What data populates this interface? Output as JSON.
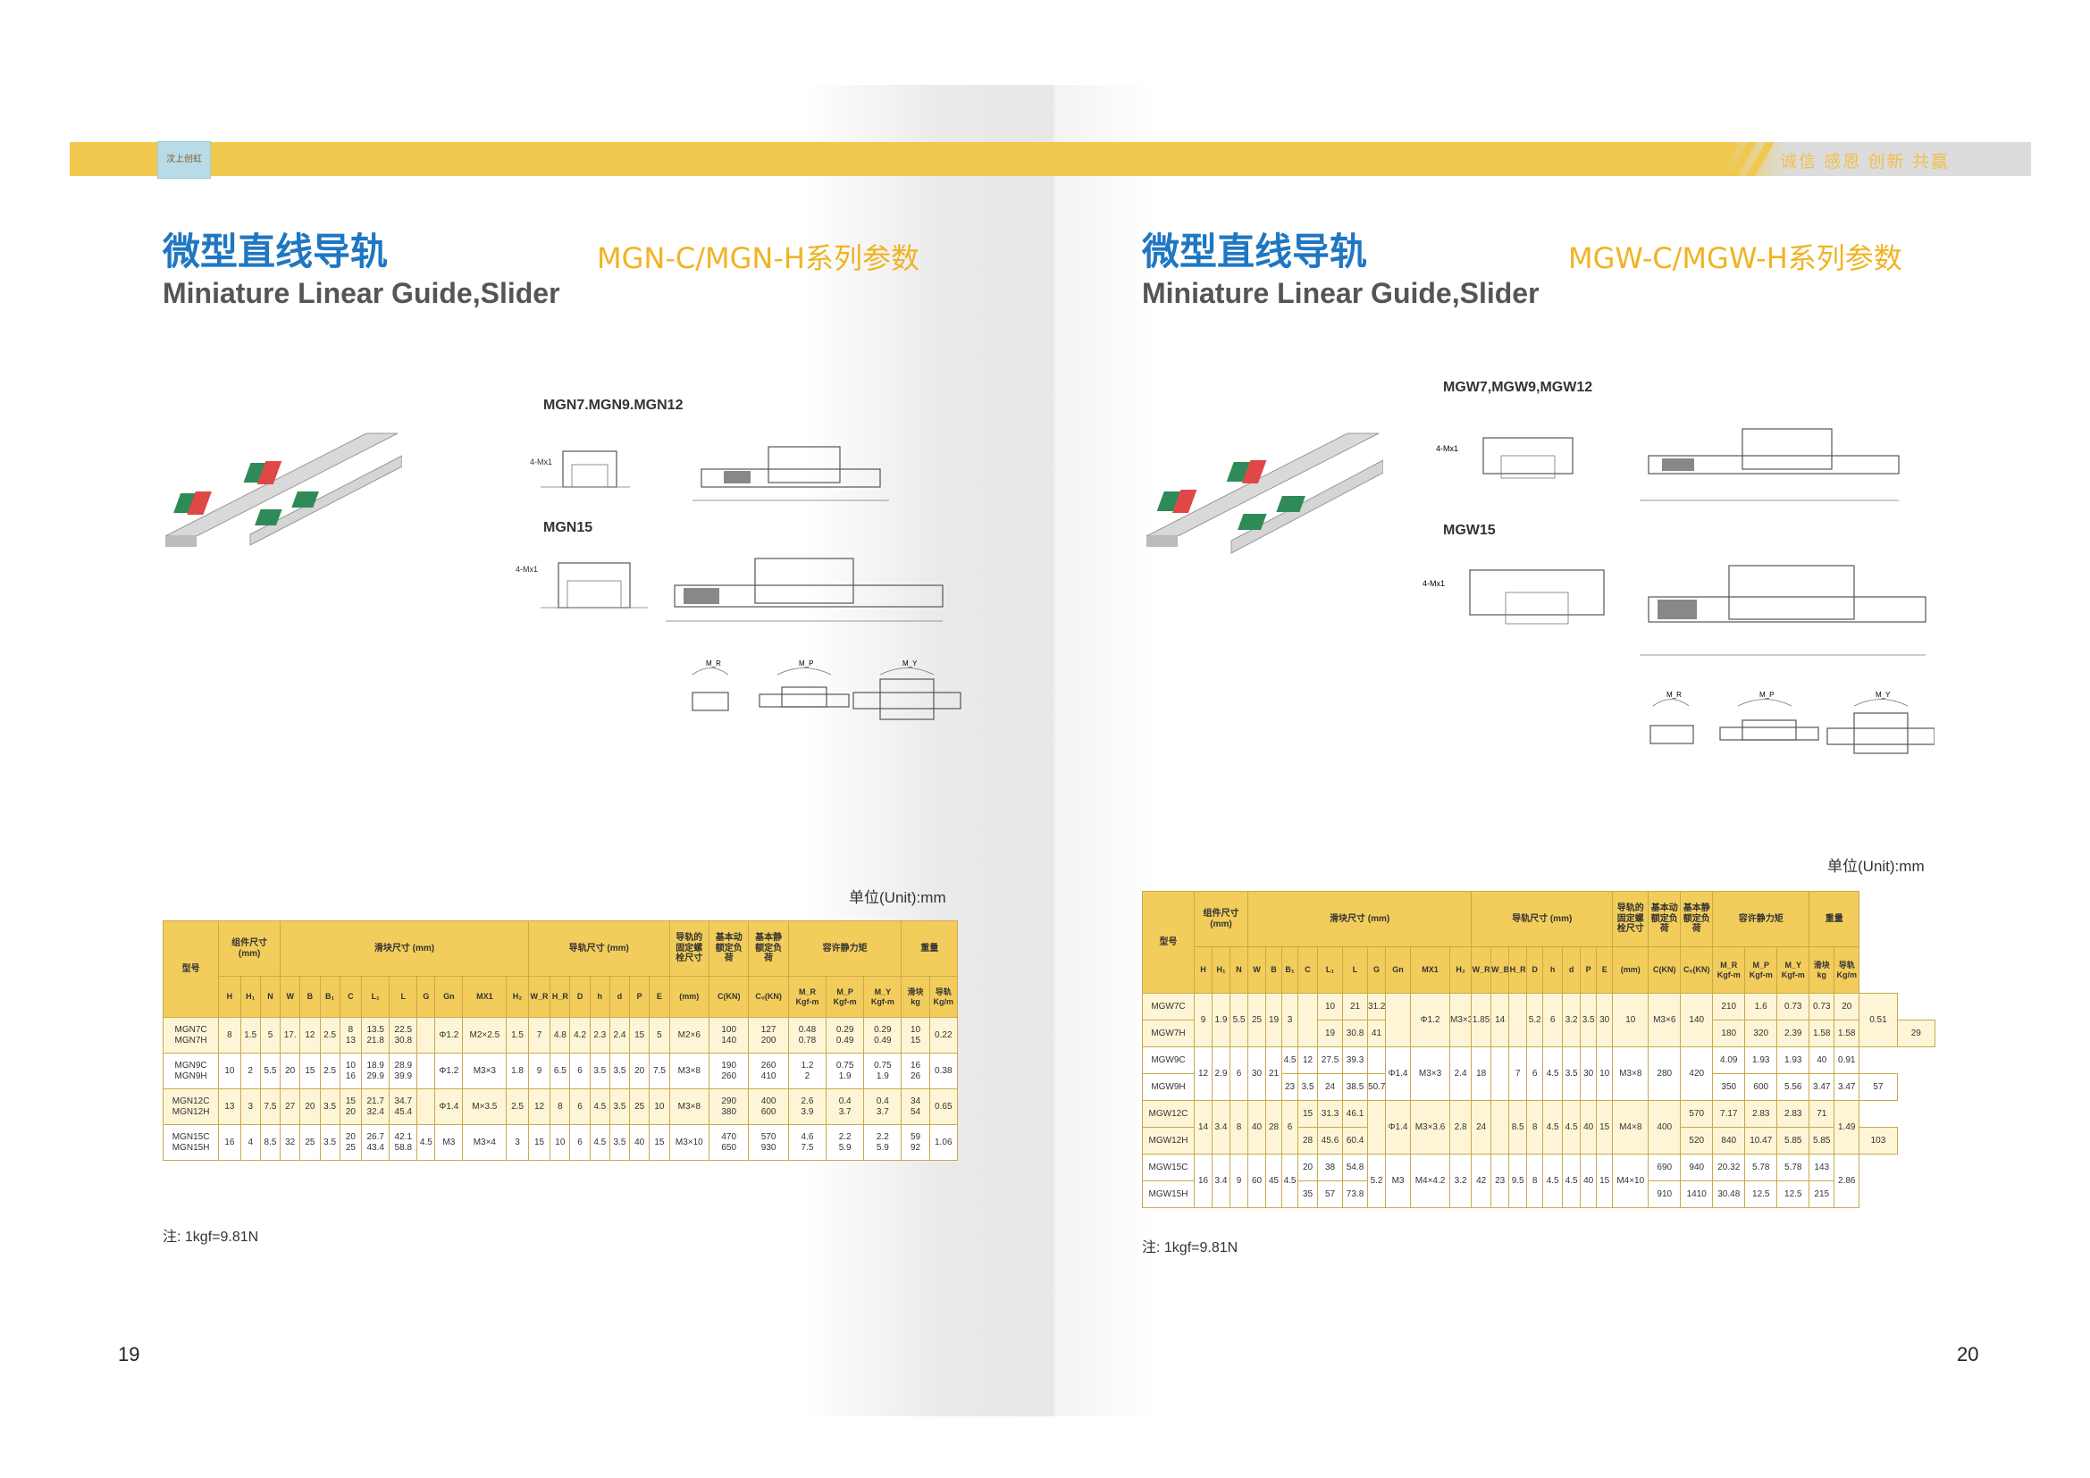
{
  "header": {
    "logo_text": "汶上创虹",
    "slogan": "诚信 感恩 创新 共赢"
  },
  "left": {
    "title_cn": "微型直线导轨",
    "title_en": "Miniature Linear Guide,Slider",
    "series": "MGN-C/MGN-H系列参数",
    "label_small": "MGN7.MGN9.MGN12",
    "label_15": "MGN15",
    "unit": "单位(Unit):mm",
    "note": "注: 1kgf=9.81N",
    "page": "19",
    "table": {
      "h_model": "型号",
      "h_group1": "组件尺寸\n(mm)",
      "h_group2": "滑块尺寸 (mm)",
      "h_group3": "导轨尺寸 (mm)",
      "h_bolt": "导轨的\n固定螺\n栓尺寸",
      "h_dyn": "基本动\n额定负\n荷",
      "h_sta": "基本静\n额定负\n荷",
      "h_moment": "容许静力矩",
      "h_weight": "重量",
      "sub": [
        "H",
        "H₁",
        "N",
        "W",
        "B",
        "B₁",
        "C",
        "L₁",
        "L",
        "G",
        "Gn",
        "MX1",
        "H₂",
        "W_R",
        "H_R",
        "D",
        "h",
        "d",
        "P",
        "E",
        "(mm)",
        "C(KN)",
        "C₀(KN)",
        "M_R\nKgf-m",
        "M_P\nKgf-m",
        "M_Y\nKgf-m",
        "滑块\nkg",
        "导轨\nKg/m"
      ],
      "rows": [
        [
          "MGN7C\nMGN7H",
          "8",
          "1.5",
          "5",
          "17.",
          "12",
          "2.5",
          "8\n13",
          "13.5\n21.8",
          "22.5\n30.8",
          "",
          "Φ1.2",
          "M2×2.5",
          "1.5",
          "7",
          "4.8",
          "4.2",
          "2.3",
          "2.4",
          "15",
          "5",
          "M2×6",
          "100\n140",
          "127\n200",
          "0.48\n0.78",
          "0.29\n0.49",
          "0.29\n0.49",
          "10\n15",
          "0.22"
        ],
        [
          "MGN9C\nMGN9H",
          "10",
          "2",
          "5.5",
          "20",
          "15",
          "2.5",
          "10\n16",
          "18.9\n29.9",
          "28.9\n39.9",
          "",
          "Φ1.2",
          "M3×3",
          "1.8",
          "9",
          "6.5",
          "6",
          "3.5",
          "3.5",
          "20",
          "7.5",
          "M3×8",
          "190\n260",
          "260\n410",
          "1.2\n2",
          "0.75\n1.9",
          "0.75\n1.9",
          "16\n26",
          "0.38"
        ],
        [
          "MGN12C\nMGN12H",
          "13",
          "3",
          "7.5",
          "27",
          "20",
          "3.5",
          "15\n20",
          "21.7\n32.4",
          "34.7\n45.4",
          "",
          "Φ1.4",
          "M×3.5",
          "2.5",
          "12",
          "8",
          "6",
          "4.5",
          "3.5",
          "25",
          "10",
          "M3×8",
          "290\n380",
          "400\n600",
          "2.6\n3.9",
          "0.4\n3.7",
          "0.4\n3.7",
          "34\n54",
          "0.65"
        ],
        [
          "MGN15C\nMGN15H",
          "16",
          "4",
          "8.5",
          "32",
          "25",
          "3.5",
          "20\n25",
          "26.7\n43.4",
          "42.1\n58.8",
          "4.5",
          "M3",
          "M3×4",
          "3",
          "15",
          "10",
          "6",
          "4.5",
          "3.5",
          "40",
          "15",
          "M3×10",
          "470\n650",
          "570\n930",
          "4.6\n7.5",
          "2.2\n5.9",
          "2.2\n5.9",
          "59\n92",
          "1.06"
        ]
      ]
    }
  },
  "right": {
    "title_cn": "微型直线导轨",
    "title_en": "Miniature Linear Guide,Slider",
    "series": "MGW-C/MGW-H系列参数",
    "label_small": "MGW7,MGW9,MGW12",
    "label_15": "MGW15",
    "unit": "单位(Unit):mm",
    "note": "注: 1kgf=9.81N",
    "page": "20",
    "table": {
      "h_model": "型号",
      "h_group1": "组件尺寸\n(mm)",
      "h_group2": "滑块尺寸 (mm)",
      "h_group3": "导轨尺寸 (mm)",
      "h_bolt": "导轨的\n固定螺\n栓尺寸",
      "h_dyn": "基本动\n额定负\n荷",
      "h_sta": "基本静\n额定负\n荷",
      "h_moment": "容许静力矩",
      "h_weight": "重量",
      "sub": [
        "H",
        "H₁",
        "N",
        "W",
        "B",
        "B₁",
        "C",
        "L₁",
        "L",
        "G",
        "Gn",
        "MX1",
        "H₂",
        "W_R",
        "W_B",
        "H_R",
        "D",
        "h",
        "d",
        "P",
        "E",
        "(mm)",
        "C(KN)",
        "C₀(KN)",
        "M_R\nKgf-m",
        "M_P\nKgf-m",
        "M_Y\nKgf-m",
        "滑块\nkg",
        "导轨\nKg/m"
      ],
      "rows": [
        {
          "a": [
            "MGW7C",
            "9",
            "1.9",
            "5.5",
            "25",
            "19",
            "3",
            "",
            "10",
            "21",
            "31.2",
            "",
            "Φ1.2",
            "M3×3",
            "1.85",
            "14",
            "",
            "5.2",
            "6",
            "3.2",
            "3.5",
            "30",
            "10",
            "M3×6",
            "140",
            "210",
            "1.6",
            "0.73",
            "0.73",
            "20",
            "0.51"
          ],
          "b": [
            "MGW7H",
            "19",
            "30.8",
            "41",
            "180",
            "320",
            "2.39",
            "1.58",
            "1.58",
            "29"
          ]
        },
        {
          "a": [
            "MGW9C",
            "12",
            "2.9",
            "6",
            "30",
            "21",
            "4.5",
            "12",
            "27.5",
            "39.3",
            "",
            "Φ1.4",
            "M3×3",
            "2.4",
            "18",
            "",
            "7",
            "6",
            "4.5",
            "3.5",
            "30",
            "10",
            "M3×8",
            "280",
            "420",
            "4.09",
            "1.93",
            "1.93",
            "40",
            "0.91"
          ],
          "b": [
            "MGW9H",
            "23",
            "3.5",
            "24",
            "38.5",
            "50.7",
            "350",
            "600",
            "5.56",
            "3.47",
            "3.47",
            "57"
          ]
        },
        {
          "a": [
            "MGW12C",
            "14",
            "3.4",
            "8",
            "40",
            "28",
            "6",
            "15",
            "31.3",
            "46.1",
            "",
            "Φ1.4",
            "M3×3.6",
            "2.8",
            "24",
            "",
            "8.5",
            "8",
            "4.5",
            "4.5",
            "40",
            "15",
            "M4×8",
            "400",
            "570",
            "7.17",
            "2.83",
            "2.83",
            "71",
            "1.49"
          ],
          "b": [
            "MGW12H",
            "28",
            "45.6",
            "60.4",
            "520",
            "840",
            "10.47",
            "5.85",
            "5.85",
            "103"
          ]
        },
        {
          "a": [
            "MGW15C",
            "16",
            "3.4",
            "9",
            "60",
            "45",
            "4.5",
            "20",
            "38",
            "54.8",
            "5.2",
            "M3",
            "M4×4.2",
            "3.2",
            "42",
            "23",
            "9.5",
            "8",
            "4.5",
            "4.5",
            "40",
            "15",
            "M4×10",
            "690",
            "940",
            "20.32",
            "5.78",
            "5.78",
            "143",
            "2.86"
          ],
          "b": [
            "MGW15H",
            "35",
            "57",
            "73.8",
            "910",
            "1410",
            "30.48",
            "12.5",
            "12.5",
            "215"
          ]
        }
      ]
    }
  }
}
